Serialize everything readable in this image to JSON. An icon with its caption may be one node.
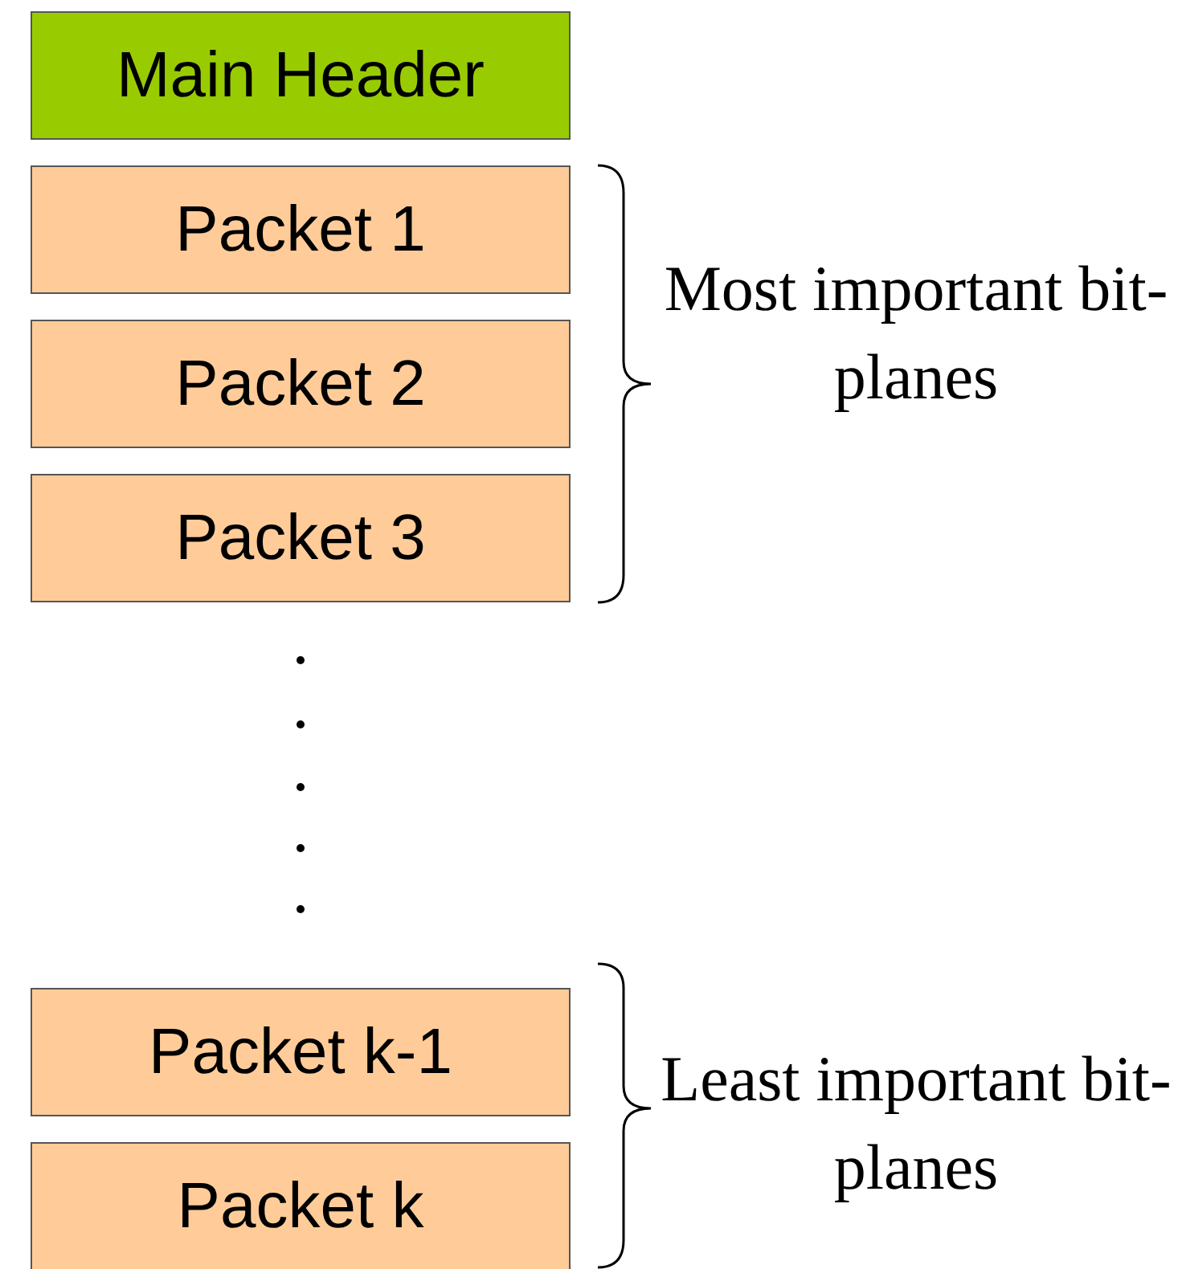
{
  "diagram": {
    "nodes": [
      {
        "text": [
          "Main Header"
        ]
      },
      {
        "text": [
          "Packet 1"
        ]
      },
      {
        "text": [
          "Packet 2"
        ]
      },
      {
        "text": [
          "Packet 3"
        ]
      },
      {
        "text": [
          "Packet k-1"
        ]
      },
      {
        "text": [
          "Packet k"
        ]
      }
    ],
    "labels": [
      "Most important bit-planes",
      "Least important bit-planes"
    ]
  }
}
